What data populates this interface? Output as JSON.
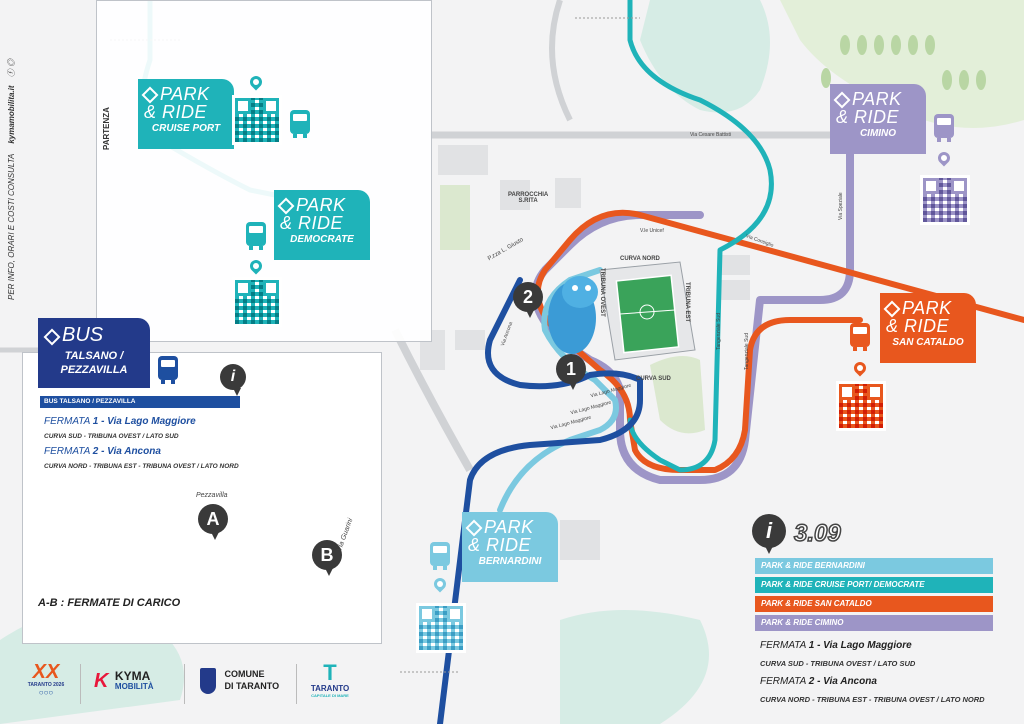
{
  "sidebar": {
    "consult_text": "PER INFO, ORARI E COSTI CONSULTA",
    "website": "kymamobilita.it"
  },
  "left_panel": {
    "partenza": "PARTENZA",
    "cruise_port": {
      "line1": "PARK",
      "line2": "& RIDE",
      "sub": "CRUISE PORT"
    },
    "democrate": {
      "line1": "PARK",
      "line2": "& RIDE",
      "sub": "DEMOCRATE"
    }
  },
  "bus_panel": {
    "bus_label": "BUS",
    "bus_title": "TALSANO / PEZZAVILLA",
    "bus_bar": "BUS TALSANO / PEZZAVILLA",
    "stop1_label": "FERMATA",
    "stop1_num": "1",
    "stop1_name": "- Via Lago Maggiore",
    "stop1_desc": "CURVA SUD - TRIBUNA OVEST / LATO SUD",
    "stop2_label": "FERMATA",
    "stop2_num": "2",
    "stop2_name": "- Via Ancona",
    "stop2_desc": "CURVA NORD - TRIBUNA EST - TRIBUNA OVEST / LATO NORD",
    "marker_a": "A",
    "marker_b": "B",
    "pezzavilla": "Pezzavilla",
    "via_guarini": "Via Guarini",
    "footer": "A-B : FERMATE DI CARICO",
    "info_icon": "i"
  },
  "map": {
    "via_cesare_battisti": "Via Cesare Battisti",
    "parrocchia": "PARROCCHIA",
    "s_rita": "S.RITA",
    "pzza_giusto": "P.zza L. Giusto",
    "via_unicef": "V.le Unicef",
    "via_consiglio": "Via Consiglio",
    "via_speziale": "Via Speziale",
    "curva_nord": "CURVA NORD",
    "curva_sud": "CURVA SUD",
    "tribuna_ovest": "TRIBUNA OVEST",
    "tribuna_est": "TRIBUNA EST",
    "via_ancona": "Via Ancona",
    "via_lago_maggiore": "Via Lago Maggiore",
    "tangenziale_sud": "Tangenziale Sud",
    "marker_1": "1",
    "marker_2": "2"
  },
  "park_ride": {
    "cimino": {
      "line1": "PARK",
      "line2": "& RIDE",
      "sub": "CIMINO"
    },
    "san_cataldo": {
      "line1": "PARK",
      "line2": "& RIDE",
      "sub": "SAN CATALDO"
    },
    "bernardini": {
      "line1": "PARK",
      "line2": "& RIDE",
      "sub": "BERNARDINI"
    }
  },
  "legend": {
    "info_icon": "i",
    "code": "3.09",
    "items": [
      {
        "label": "PARK & RIDE BERNARDINI",
        "color": "#7bc9e0"
      },
      {
        "label": "PARK & RIDE  CRUISE PORT/ DEMOCRATE",
        "color": "#1fb3b9"
      },
      {
        "label": "PARK & RIDE SAN CATALDO",
        "color": "#e8571e"
      },
      {
        "label": "PARK & RIDE CIMINO",
        "color": "#9d95c7"
      }
    ],
    "stop1_label": "FERMATA",
    "stop1_num": "1",
    "stop1_name": "- Via Lago Maggiore",
    "stop1_desc": "CURVA SUD - TRIBUNA OVEST / LATO SUD",
    "stop2_label": "FERMATA",
    "stop2_num": "2",
    "stop2_name": "- Via Ancona",
    "stop2_desc": "CURVA NORD - TRIBUNA EST - TRIBUNA OVEST / LATO NORD"
  },
  "logos": {
    "taranto2026": "TARANTO 2026",
    "kyma": "KYMA",
    "mobilita": "MOBILITÀ",
    "comune": "COMUNE",
    "di_taranto": "DI TARANTO",
    "taranto": "TARANTO",
    "capitale": "CAPITALE DI MARE"
  },
  "colors": {
    "bernardini": "#7bc9e0",
    "cruise": "#1fb3b9",
    "san_cataldo": "#e8571e",
    "cimino": "#9d95c7",
    "bus": "#1e4fa0",
    "dark": "#233a8a"
  }
}
